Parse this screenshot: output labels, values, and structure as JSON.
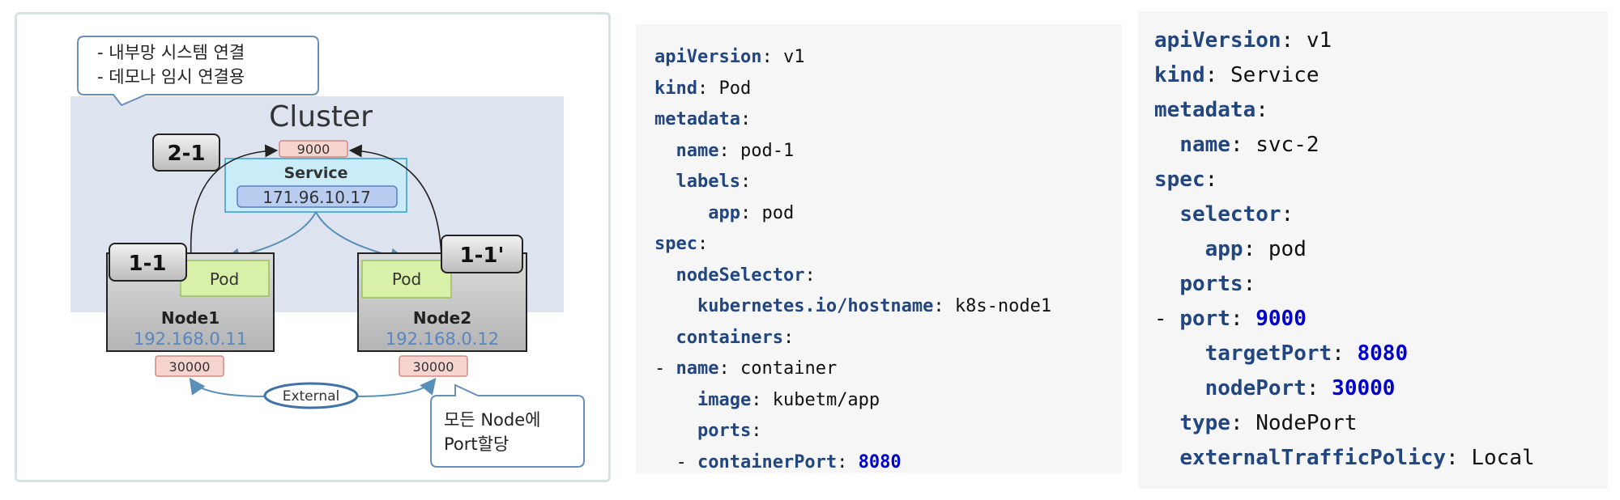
{
  "diagram": {
    "callout_top": [
      "- 내부망 시스템 연결",
      "- 데모나 임시 연결용"
    ],
    "cluster_label": "Cluster",
    "badge_2_1": "2-1",
    "service_port": "9000",
    "service_label": "Service",
    "service_ip": "171.96.10.17",
    "node1": {
      "badge": "1-1",
      "pod": "Pod",
      "name": "Node1",
      "ip": "192.168.0.11",
      "node_port": "30000"
    },
    "node2": {
      "badge": "1-1'",
      "pod": "Pod",
      "name": "Node2",
      "ip": "192.168.0.12",
      "node_port": "30000"
    },
    "external_label": "External",
    "callout_bottom": [
      "모든 Node에",
      "Port할당"
    ],
    "colors": {
      "cluster_bg": "#dde4ef",
      "port_bg": "#f6d5d0",
      "pod_bg": "#d9f0a8",
      "service_bg": "#c9ecf8",
      "ip_text": "#5a86c0"
    }
  },
  "pod_yaml": [
    {
      "indent": 0,
      "key": "apiVersion",
      "value": "v1"
    },
    {
      "indent": 0,
      "key": "kind",
      "value": "Pod"
    },
    {
      "indent": 0,
      "key": "metadata",
      "value": ""
    },
    {
      "indent": 2,
      "key": "name",
      "value": "pod-1"
    },
    {
      "indent": 2,
      "key": "labels",
      "value": ""
    },
    {
      "indent": 5,
      "key": "app",
      "value": "pod"
    },
    {
      "indent": 0,
      "key": "spec",
      "value": ""
    },
    {
      "indent": 2,
      "key": "nodeSelector",
      "value": ""
    },
    {
      "indent": 4,
      "key": "kubernetes.io/hostname",
      "value": "k8s-node1"
    },
    {
      "indent": 2,
      "key": "containers",
      "value": ""
    },
    {
      "indent": 2,
      "dash": true,
      "key": "name",
      "value": "container"
    },
    {
      "indent": 4,
      "key": "image",
      "value": "kubetm/app"
    },
    {
      "indent": 4,
      "key": "ports",
      "value": ""
    },
    {
      "indent": 4,
      "dash": true,
      "key": "containerPort",
      "value": "8080",
      "number": true
    }
  ],
  "service_yaml": [
    {
      "indent": 0,
      "key": "apiVersion",
      "value": "v1"
    },
    {
      "indent": 0,
      "key": "kind",
      "value": "Service"
    },
    {
      "indent": 0,
      "key": "metadata",
      "value": ""
    },
    {
      "indent": 2,
      "key": "name",
      "value": "svc-2"
    },
    {
      "indent": 0,
      "key": "spec",
      "value": ""
    },
    {
      "indent": 2,
      "key": "selector",
      "value": ""
    },
    {
      "indent": 4,
      "key": "app",
      "value": "pod"
    },
    {
      "indent": 2,
      "key": "ports",
      "value": ""
    },
    {
      "indent": 2,
      "dash": true,
      "key": "port",
      "value": "9000",
      "number": true
    },
    {
      "indent": 4,
      "key": "targetPort",
      "value": "8080",
      "number": true
    },
    {
      "indent": 4,
      "key": "nodePort",
      "value": "30000",
      "number": true
    },
    {
      "indent": 2,
      "key": "type",
      "value": "NodePort"
    },
    {
      "indent": 2,
      "key": "externalTrafficPolicy",
      "value": "Local"
    }
  ]
}
